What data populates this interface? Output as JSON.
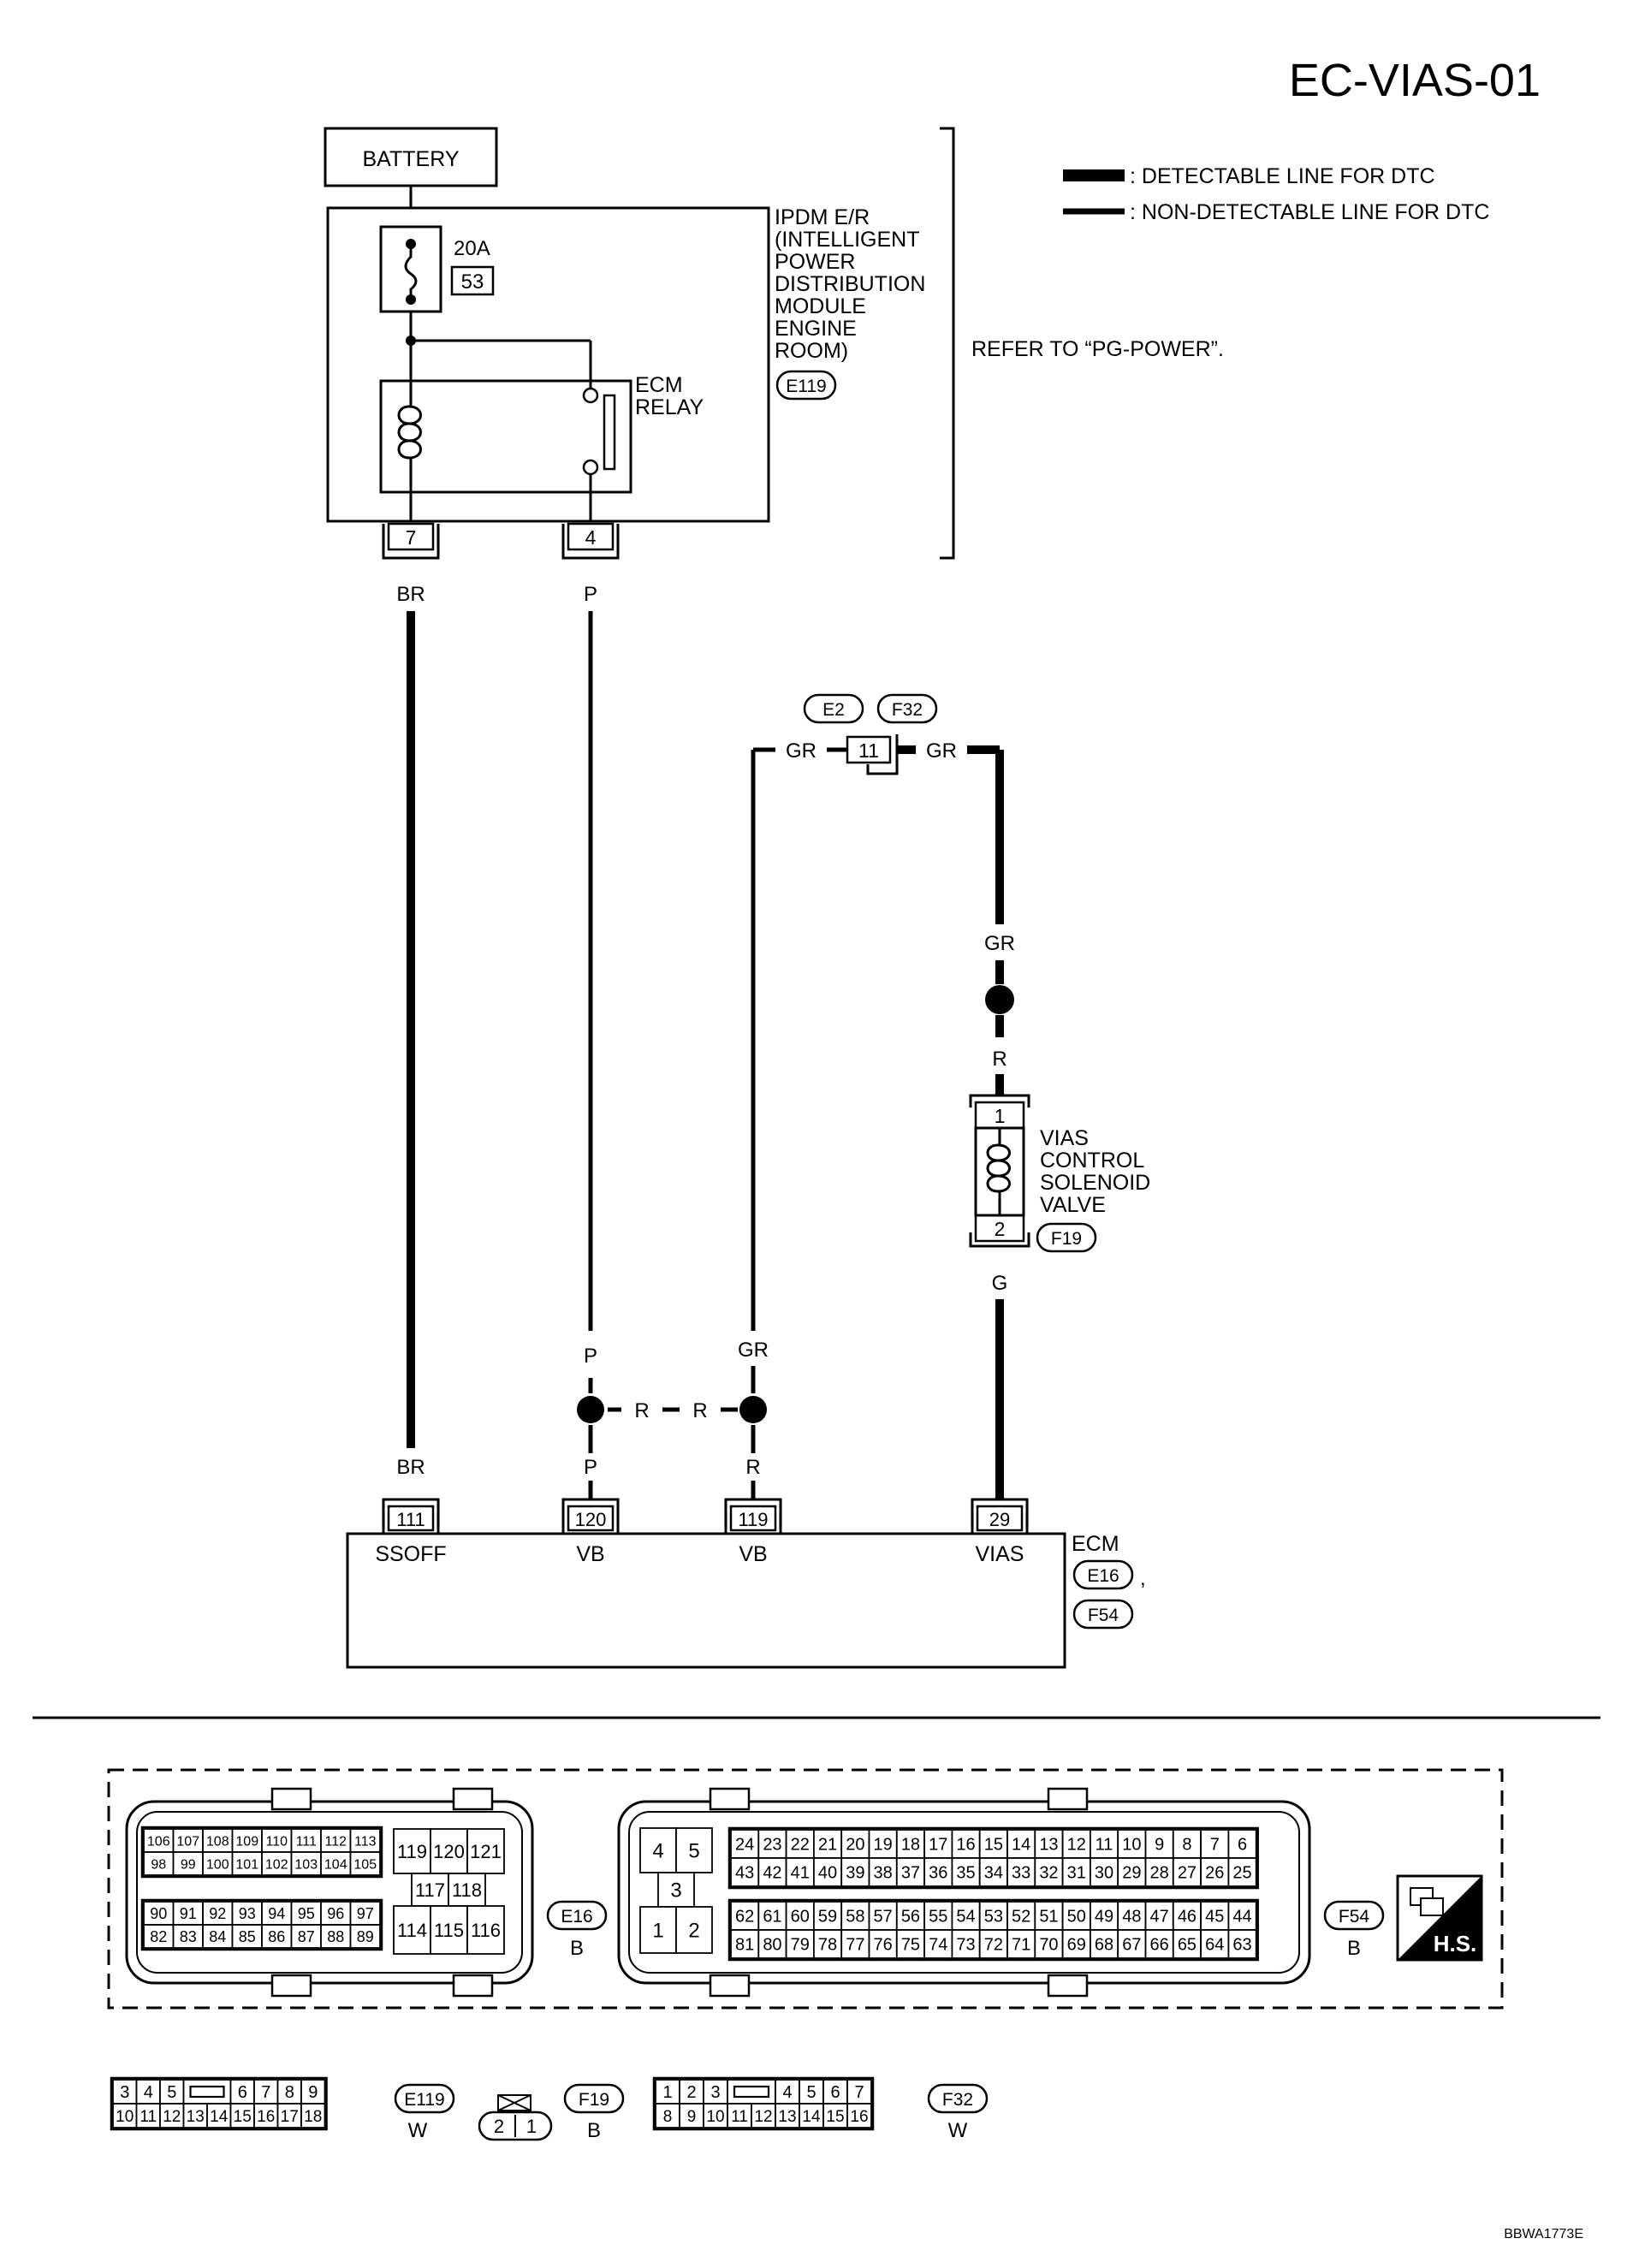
{
  "page_title": "EC-VIAS-01",
  "figure_id": "BBWA1773E",
  "legend": {
    "detectable": ": DETECTABLE LINE FOR DTC",
    "non_detectable": ": NON-DETECTABLE LINE FOR DTC"
  },
  "battery": "BATTERY",
  "refer_note": "REFER TO “PG-POWER”.",
  "ipdm": {
    "lines": [
      "IPDM E/R",
      "(INTELLIGENT",
      "POWER",
      "DISTRIBUTION",
      "MODULE",
      "ENGINE",
      "ROOM)"
    ],
    "connector": "E119",
    "fuse_rating": "20A",
    "fuse_number": "53",
    "relay_lines": [
      "ECM",
      "RELAY"
    ],
    "pin_left": "7",
    "pin_right": "4"
  },
  "wires": {
    "br": "BR",
    "p": "P",
    "gr": "GR",
    "r": "R",
    "g": "G"
  },
  "joint": {
    "connectors": [
      "E2",
      "F32"
    ],
    "pin": "11"
  },
  "solenoid": {
    "lines": [
      "VIAS",
      "CONTROL",
      "SOLENOID",
      "VALVE"
    ],
    "connector": "F19",
    "pin_top": "1",
    "pin_bottom": "2"
  },
  "ecm": {
    "label": "ECM",
    "connectors": [
      "E16",
      "F54"
    ],
    "separator": ",",
    "terminals": [
      {
        "pin": "111",
        "name": "SSOFF"
      },
      {
        "pin": "120",
        "name": "VB"
      },
      {
        "pin": "119",
        "name": "VB"
      },
      {
        "pin": "29",
        "name": "VIAS"
      }
    ]
  },
  "connector_views": {
    "e16": {
      "code": "E16",
      "color": "B",
      "block_top": [
        [
          "106",
          "107",
          "108",
          "109",
          "110",
          "111",
          "112",
          "113"
        ],
        [
          "98",
          "99",
          "100",
          "101",
          "102",
          "103",
          "104",
          "105"
        ]
      ],
      "block_bottom": [
        [
          "90",
          "91",
          "92",
          "93",
          "94",
          "95",
          "96",
          "97"
        ],
        [
          "82",
          "83",
          "84",
          "85",
          "86",
          "87",
          "88",
          "89"
        ]
      ],
      "side_top": [
        "119",
        "120",
        "121"
      ],
      "side_mid": [
        "117",
        "118"
      ],
      "side_bottom": [
        "114",
        "115",
        "116"
      ]
    },
    "f54": {
      "code": "F54",
      "color": "B",
      "left_top": [
        "4",
        "5"
      ],
      "left_mid": "3",
      "left_bottom": [
        "1",
        "2"
      ],
      "grid": [
        [
          "24",
          "23",
          "22",
          "21",
          "20",
          "19",
          "18",
          "17",
          "16",
          "15",
          "14",
          "13",
          "12",
          "11",
          "10",
          "9",
          "8",
          "7",
          "6"
        ],
        [
          "43",
          "42",
          "41",
          "40",
          "39",
          "38",
          "37",
          "36",
          "35",
          "34",
          "33",
          "32",
          "31",
          "30",
          "29",
          "28",
          "27",
          "26",
          "25"
        ],
        [
          "62",
          "61",
          "60",
          "59",
          "58",
          "57",
          "56",
          "55",
          "54",
          "53",
          "52",
          "51",
          "50",
          "49",
          "48",
          "47",
          "46",
          "45",
          "44"
        ],
        [
          "81",
          "80",
          "79",
          "78",
          "77",
          "76",
          "75",
          "74",
          "73",
          "72",
          "71",
          "70",
          "69",
          "68",
          "67",
          "66",
          "65",
          "64",
          "63"
        ]
      ]
    },
    "hs_label": "H.S.",
    "e119": {
      "code": "E119",
      "color": "W",
      "top": [
        "3",
        "4",
        "5",
        "6",
        "7",
        "8",
        "9"
      ],
      "bottom": [
        "10",
        "11",
        "12",
        "13",
        "14",
        "15",
        "16",
        "17",
        "18"
      ]
    },
    "f19": {
      "code": "F19",
      "color": "B",
      "pins": [
        "2",
        "1"
      ]
    },
    "f32": {
      "code": "F32",
      "color": "W",
      "top": [
        "1",
        "2",
        "3",
        "4",
        "5",
        "6",
        "7"
      ],
      "bottom": [
        "8",
        "9",
        "10",
        "11",
        "12",
        "13",
        "14",
        "15",
        "16"
      ]
    }
  }
}
